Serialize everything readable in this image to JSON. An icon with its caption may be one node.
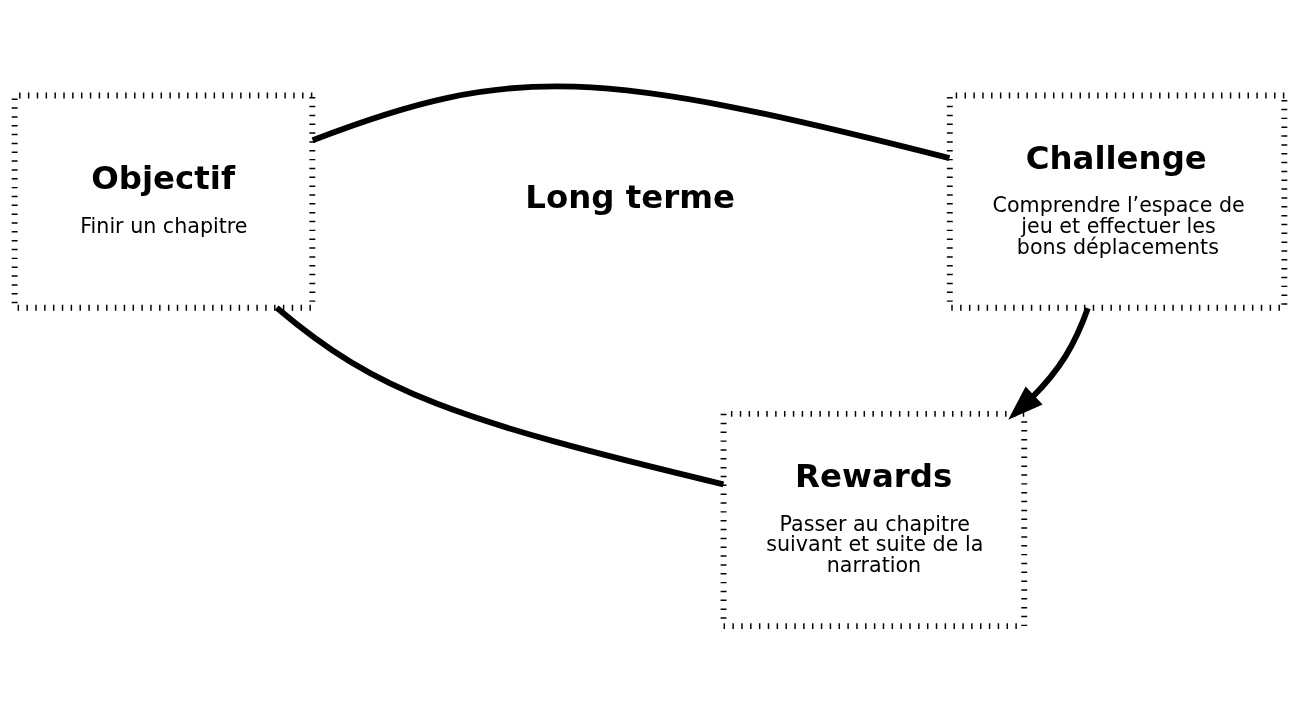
{
  "diagram": {
    "nodes": [
      {
        "text": [
          "Objectif",
          "Finir un chapitre"
        ]
      },
      {
        "text": [
          "Challenge",
          "Comprendre l’espace de jeu et effectuer les bons déplacements"
        ]
      },
      {
        "text": [
          "Rewards",
          "Passer au chapitre suivant et suite de la narration"
        ]
      }
    ],
    "edges": [
      {
        "from": 0,
        "to": 1,
        "arrow": "none"
      },
      {
        "from": 1,
        "to": 2,
        "arrow": "to"
      },
      {
        "from": 2,
        "to": 0,
        "arrow": "none"
      }
    ],
    "labels": [
      "Long terme"
    ]
  }
}
